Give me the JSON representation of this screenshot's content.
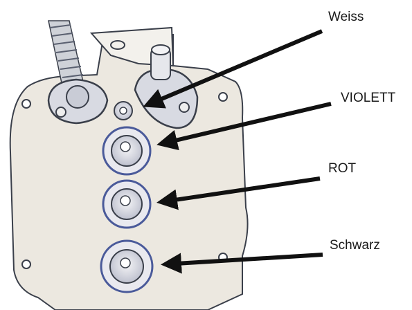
{
  "labels": {
    "weiss": "Weiss",
    "violett": "VIOLETT",
    "rot": "ROT",
    "schwarz": "Schwarz"
  },
  "colors": {
    "plate": "#ece8e0",
    "outline": "#3a3f4a",
    "arrow": "#111111",
    "accent": "#4a5a9a"
  }
}
